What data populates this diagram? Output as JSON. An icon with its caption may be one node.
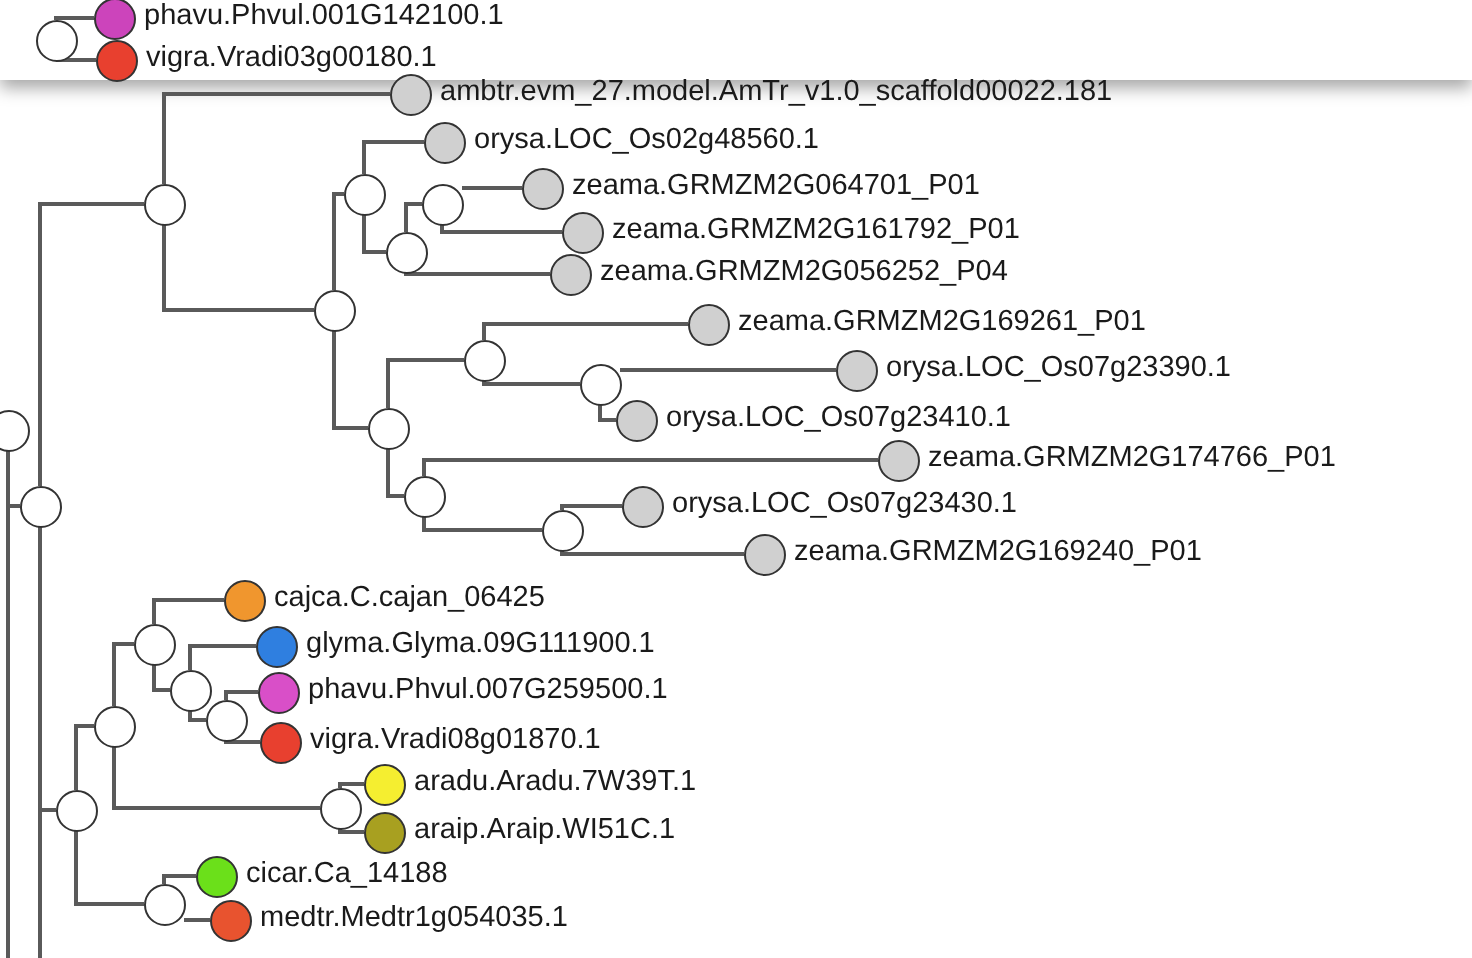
{
  "diagram": {
    "nodes": [
      {
        "text": [],
        "shape": "circle"
      },
      {
        "text": [],
        "shape": "circle",
        "beside": [
          "phavu.Phvul.001G142100.1"
        ]
      },
      {
        "text": [],
        "shape": "circle",
        "beside": [
          "vigra.Vradi03g00180.1"
        ]
      },
      {
        "text": [],
        "shape": "circle"
      },
      {
        "text": [],
        "shape": "circle"
      },
      {
        "text": [],
        "shape": "circle"
      },
      {
        "text": [],
        "shape": "circle",
        "beside": [
          "ambtr.evm_27.model.AmTr_v1.0_scaffold00022.181"
        ]
      },
      {
        "text": [],
        "shape": "circle"
      },
      {
        "text": [],
        "shape": "circle"
      },
      {
        "text": [],
        "shape": "circle",
        "beside": [
          "orysa.LOC_Os02g48560.1"
        ]
      },
      {
        "text": [],
        "shape": "circle"
      },
      {
        "text": [],
        "shape": "circle"
      },
      {
        "text": [],
        "shape": "circle",
        "beside": [
          "zeama.GRMZM2G064701_P01"
        ]
      },
      {
        "text": [],
        "shape": "circle",
        "beside": [
          "zeama.GRMZM2G161792_P01"
        ]
      },
      {
        "text": [],
        "shape": "circle",
        "beside": [
          "zeama.GRMZM2G056252_P04"
        ]
      },
      {
        "text": [],
        "shape": "circle"
      },
      {
        "text": [],
        "shape": "circle"
      },
      {
        "text": [],
        "shape": "circle",
        "beside": [
          "zeama.GRMZM2G169261_P01"
        ]
      },
      {
        "text": [],
        "shape": "circle"
      },
      {
        "text": [],
        "shape": "circle",
        "beside": [
          "orysa.LOC_Os07g23390.1"
        ]
      },
      {
        "text": [],
        "shape": "circle",
        "beside": [
          "orysa.LOC_Os07g23410.1"
        ]
      },
      {
        "text": [],
        "shape": "circle"
      },
      {
        "text": [],
        "shape": "circle",
        "beside": [
          "zeama.GRMZM2G174766_P01"
        ]
      },
      {
        "text": [],
        "shape": "circle"
      },
      {
        "text": [],
        "shape": "circle",
        "beside": [
          "orysa.LOC_Os07g23430.1"
        ]
      },
      {
        "text": [],
        "shape": "circle",
        "beside": [
          "zeama.GRMZM2G169240_P01"
        ]
      },
      {
        "text": [],
        "shape": "circle"
      },
      {
        "text": [],
        "shape": "circle"
      },
      {
        "text": [],
        "shape": "circle"
      },
      {
        "text": [],
        "shape": "circle",
        "beside": [
          "cajca.C.cajan_06425"
        ]
      },
      {
        "text": [],
        "shape": "circle"
      },
      {
        "text": [],
        "shape": "circle",
        "beside": [
          "glyma.Glyma.09G111900.1"
        ]
      },
      {
        "text": [],
        "shape": "circle"
      },
      {
        "text": [],
        "shape": "circle",
        "beside": [
          "phavu.Phvul.007G259500.1"
        ]
      },
      {
        "text": [],
        "shape": "circle",
        "beside": [
          "vigra.Vradi08g01870.1"
        ]
      },
      {
        "text": [],
        "shape": "circle"
      },
      {
        "text": [],
        "shape": "circle",
        "beside": [
          "aradu.Aradu.7W39T.1"
        ]
      },
      {
        "text": [],
        "shape": "circle",
        "beside": [
          "araip.Araip.WI51C.1"
        ]
      },
      {
        "text": [],
        "shape": "circle"
      },
      {
        "text": [],
        "shape": "circle",
        "beside": [
          "cicar.Ca_14188"
        ]
      },
      {
        "text": [],
        "shape": "circle",
        "beside": [
          "medtr.Medtr1g054035.1"
        ]
      }
    ],
    "edges": [
      {
        "from": 0,
        "to": 1,
        "arrow": "none"
      },
      {
        "from": 0,
        "to": 2,
        "arrow": "none"
      },
      {
        "from": 3,
        "to": 4,
        "arrow": "none"
      },
      {
        "from": 3,
        "to": null,
        "arrow": "none"
      },
      {
        "from": 4,
        "to": 5,
        "arrow": "none"
      },
      {
        "from": 4,
        "to": 26,
        "arrow": "none"
      },
      {
        "from": 4,
        "to": null,
        "arrow": "none"
      },
      {
        "from": 5,
        "to": 6,
        "arrow": "none"
      },
      {
        "from": 5,
        "to": 7,
        "arrow": "none"
      },
      {
        "from": 7,
        "to": 8,
        "arrow": "none"
      },
      {
        "from": 7,
        "to": 15,
        "arrow": "none"
      },
      {
        "from": 8,
        "to": 9,
        "arrow": "none"
      },
      {
        "from": 8,
        "to": 10,
        "arrow": "none"
      },
      {
        "from": 10,
        "to": 11,
        "arrow": "none"
      },
      {
        "from": 10,
        "to": 14,
        "arrow": "none"
      },
      {
        "from": 11,
        "to": 12,
        "arrow": "none"
      },
      {
        "from": 11,
        "to": 13,
        "arrow": "none"
      },
      {
        "from": 15,
        "to": 16,
        "arrow": "none"
      },
      {
        "from": 15,
        "to": 21,
        "arrow": "none"
      },
      {
        "from": 16,
        "to": 17,
        "arrow": "none"
      },
      {
        "from": 16,
        "to": 18,
        "arrow": "none"
      },
      {
        "from": 18,
        "to": 19,
        "arrow": "none"
      },
      {
        "from": 18,
        "to": 20,
        "arrow": "none"
      },
      {
        "from": 21,
        "to": 22,
        "arrow": "none"
      },
      {
        "from": 21,
        "to": 23,
        "arrow": "none"
      },
      {
        "from": 23,
        "to": 24,
        "arrow": "none"
      },
      {
        "from": 23,
        "to": 25,
        "arrow": "none"
      },
      {
        "from": 26,
        "to": 27,
        "arrow": "none"
      },
      {
        "from": 26,
        "to": 38,
        "arrow": "none"
      },
      {
        "from": 27,
        "to": 28,
        "arrow": "none"
      },
      {
        "from": 27,
        "to": 35,
        "arrow": "none"
      },
      {
        "from": 28,
        "to": 29,
        "arrow": "none"
      },
      {
        "from": 28,
        "to": 30,
        "arrow": "none"
      },
      {
        "from": 30,
        "to": 31,
        "arrow": "none"
      },
      {
        "from": 30,
        "to": 32,
        "arrow": "none"
      },
      {
        "from": 32,
        "to": 33,
        "arrow": "none"
      },
      {
        "from": 32,
        "to": 34,
        "arrow": "none"
      },
      {
        "from": 35,
        "to": 36,
        "arrow": "none"
      },
      {
        "from": 35,
        "to": 37,
        "arrow": "none"
      },
      {
        "from": 38,
        "to": 39,
        "arrow": "none"
      },
      {
        "from": 38,
        "to": 40,
        "arrow": "none"
      }
    ]
  }
}
